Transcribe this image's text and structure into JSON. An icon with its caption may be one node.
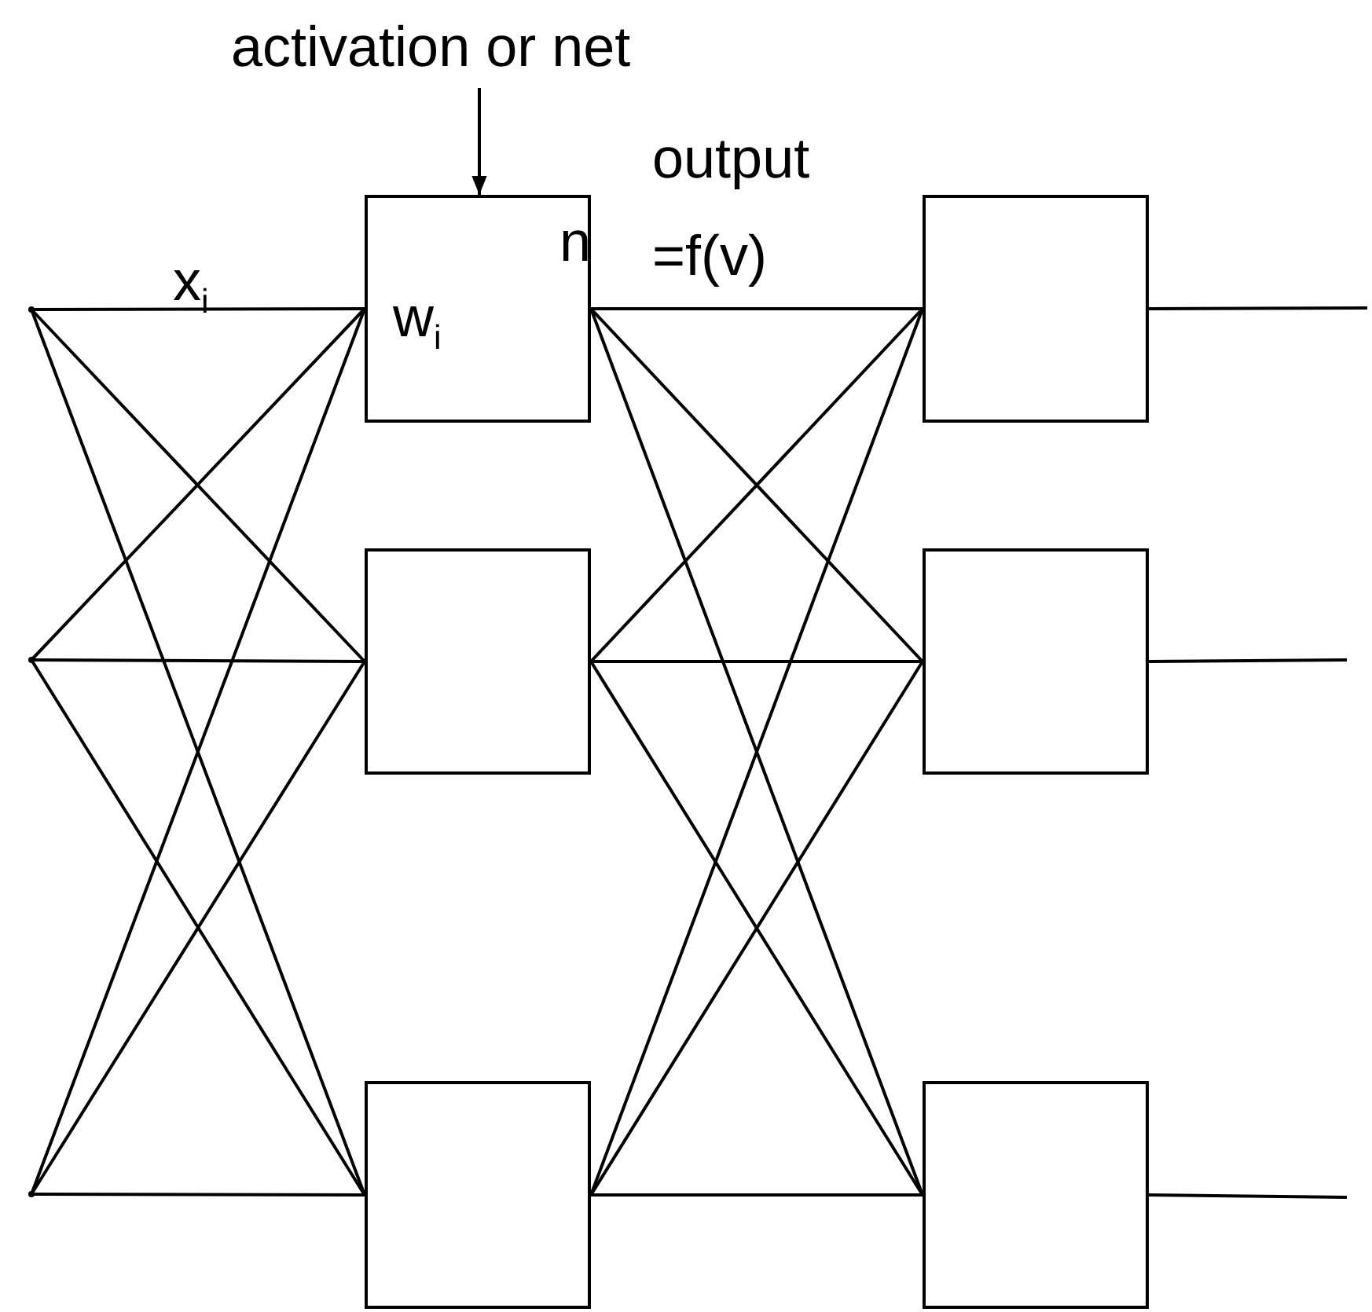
{
  "diagram": {
    "nodes": [
      {
        "text": [
          "activation or net"
        ]
      },
      {
        "text": [],
        "shape": "point"
      },
      {
        "text": [],
        "shape": "point"
      },
      {
        "text": [],
        "shape": "point"
      },
      {
        "text": [
          "n",
          "w$_{i}$"
        ]
      },
      {
        "text": [],
        "shape": "box"
      },
      {
        "text": [],
        "shape": "box"
      },
      {
        "text": [],
        "shape": "box"
      },
      {
        "text": [],
        "shape": "box"
      },
      {
        "text": [],
        "shape": "box"
      }
    ],
    "edges": [
      {
        "from": 0,
        "to": 4,
        "arrow": "to"
      },
      {
        "from": 1,
        "to": 4,
        "arrow": "none"
      },
      {
        "from": 1,
        "to": 5,
        "arrow": "none"
      },
      {
        "from": 1,
        "to": 6,
        "arrow": "none"
      },
      {
        "from": 2,
        "to": 4,
        "arrow": "none"
      },
      {
        "from": 2,
        "to": 5,
        "arrow": "none"
      },
      {
        "from": 2,
        "to": 6,
        "arrow": "none"
      },
      {
        "from": 3,
        "to": 4,
        "arrow": "none"
      },
      {
        "from": 3,
        "to": 5,
        "arrow": "none"
      },
      {
        "from": 3,
        "to": 6,
        "arrow": "none"
      },
      {
        "from": 4,
        "to": 7,
        "arrow": "none"
      },
      {
        "from": 4,
        "to": 8,
        "arrow": "none"
      },
      {
        "from": 4,
        "to": 9,
        "arrow": "none"
      },
      {
        "from": 5,
        "to": 7,
        "arrow": "none"
      },
      {
        "from": 5,
        "to": 8,
        "arrow": "none"
      },
      {
        "from": 5,
        "to": 9,
        "arrow": "none"
      },
      {
        "from": 6,
        "to": 7,
        "arrow": "none"
      },
      {
        "from": 6,
        "to": 8,
        "arrow": "none"
      },
      {
        "from": 6,
        "to": 9,
        "arrow": "none"
      },
      {
        "from": 7,
        "to": null,
        "arrow": "none"
      },
      {
        "from": 8,
        "to": null,
        "arrow": "none"
      },
      {
        "from": 9,
        "to": null,
        "arrow": "none"
      }
    ],
    "labels": [
      "x$_{i}$",
      "output =f(v)"
    ]
  }
}
